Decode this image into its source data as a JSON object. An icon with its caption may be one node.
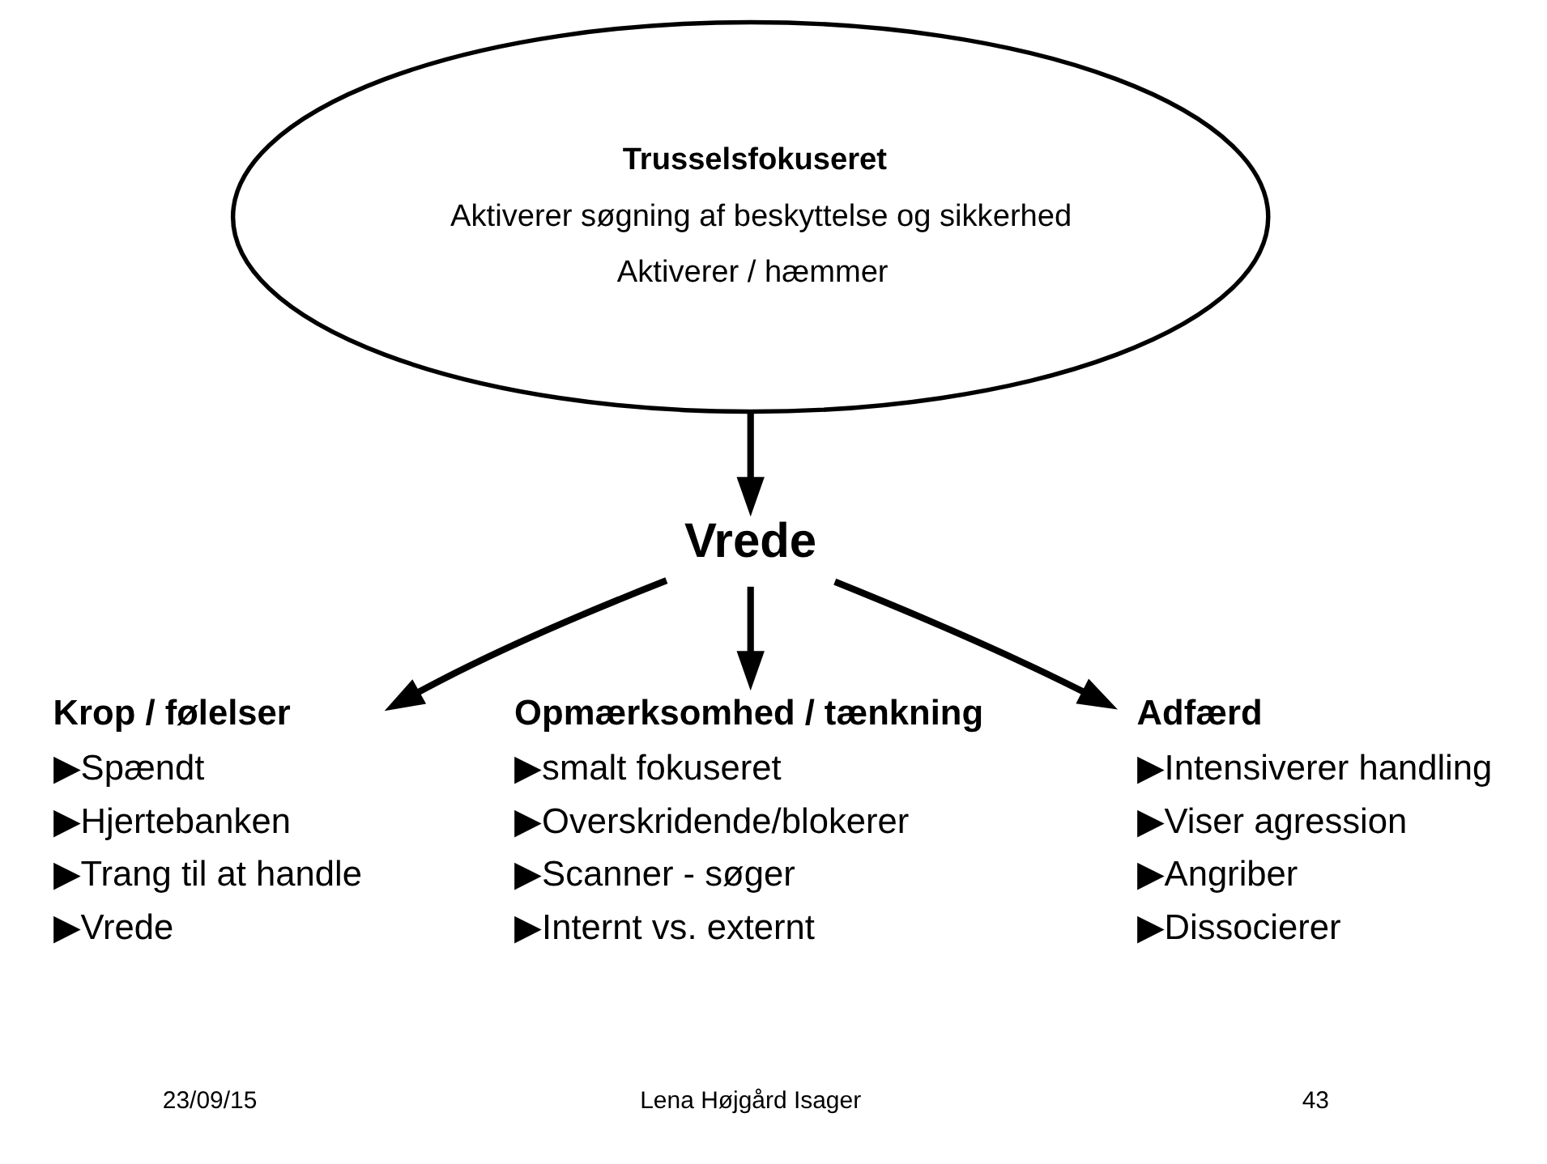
{
  "diagram": {
    "nodes": [
      {
        "text": [
          "Trusselsfokuseret",
          "Aktiverer søgning af beskyttelse og sikkerhed",
          "Aktiverer / hæmmer"
        ]
      },
      {
        "text": [
          "Vrede"
        ]
      },
      {
        "text": [
          "Krop / følelser",
          "▶Spændt",
          "▶Hjertebanken",
          "▶Trang til at handle",
          "▶Vrede"
        ]
      },
      {
        "text": [
          "Opmærksomhed / tænkning",
          "▶smalt fokuseret",
          "▶Overskridende/blokerer",
          "▶Scanner - søger",
          "▶Internt vs. externt"
        ]
      },
      {
        "text": [
          "Adfærd",
          "▶Intensiverer handling",
          "▶Viser agression",
          "▶Angriber",
          "▶Dissocierer"
        ]
      }
    ],
    "edges": [
      {
        "from": 0,
        "to": 1,
        "arrow": "to"
      },
      {
        "from": 1,
        "to": 2,
        "arrow": "to"
      },
      {
        "from": 1,
        "to": 3,
        "arrow": "to"
      },
      {
        "from": 1,
        "to": 4,
        "arrow": "to"
      }
    ],
    "labels": [
      "23/09/15",
      "Lena Højgård Isager",
      "43"
    ]
  }
}
